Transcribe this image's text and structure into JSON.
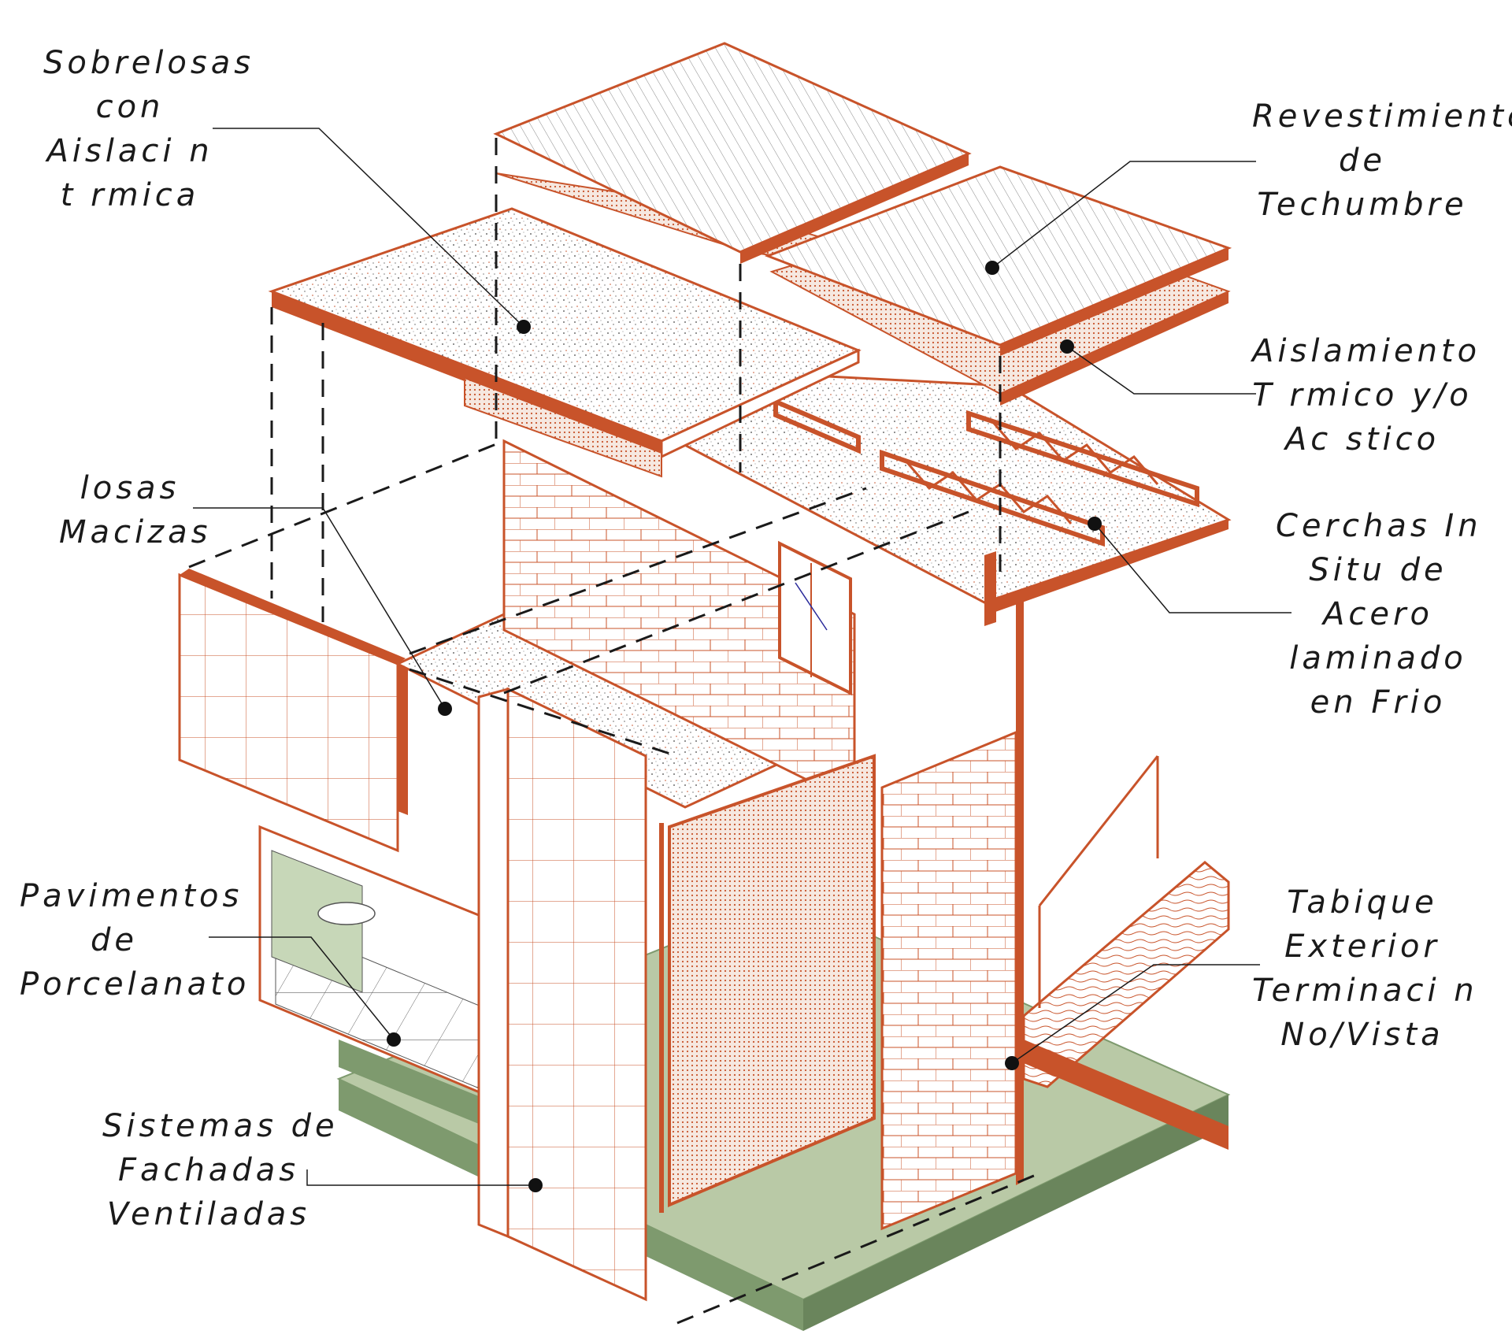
{
  "colors": {
    "accent": "#c8532a",
    "ground": "#7e9a6e",
    "ground_light": "#b9c9a6",
    "line": "#1a1a1a"
  },
  "labels": {
    "sobrelosas": [
      "Sobrelosas",
      "con",
      "Aislaci n",
      "t rmica"
    ],
    "losas": [
      "losas",
      "Macizas"
    ],
    "pavimentos": [
      "Pavimentos",
      "de",
      "Porcelanato"
    ],
    "fachadas": [
      "Sistemas de",
      "Fachadas",
      "Ventiladas"
    ],
    "revestimiento": [
      "Revestimiento",
      "de",
      "Techumbre"
    ],
    "aislamiento": [
      "Aislamiento",
      "T rmico y/o",
      "Ac stico"
    ],
    "cerchas": [
      "Cerchas In",
      "Situ de",
      "Acero",
      "laminado",
      "en Frio"
    ],
    "tabique": [
      "Tabique",
      "Exterior",
      "Terminaci n",
      "No/Vista"
    ]
  }
}
